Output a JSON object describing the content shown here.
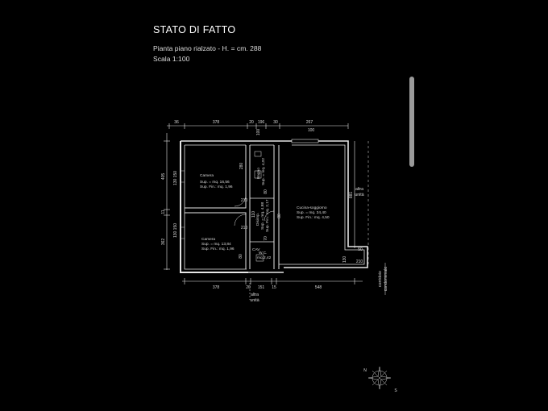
{
  "header": {
    "title": "STATO DI FATTO",
    "subtitle": "Pianta piano rialzato - H. = cm. 288",
    "scale": "Scala 1:100"
  },
  "dimensions": {
    "top": [
      "36",
      "378",
      "20",
      "196",
      "30",
      "267"
    ],
    "top_door": "100",
    "bottom": [
      "378",
      "20",
      "151",
      "15",
      "548"
    ],
    "left_upper": "405",
    "left_mid": "11",
    "left_lower": "362",
    "right": "881",
    "right_low": "130",
    "window_upper": "130\n150",
    "window_lower": "130\n150",
    "door_h": "210",
    "misc_a": "110",
    "misc_b": "80",
    "misc_c": "70",
    "misc_d": "80",
    "misc_e": "210",
    "misc_f": "210",
    "misc_g": "80",
    "misc_h": "100",
    "misc_i": "50",
    "misc_j": "280"
  },
  "rooms": {
    "camera1": {
      "name": "Camera",
      "sup": "Sup. = mq. 16,56",
      "fin": "Sup. Fin.: mq. 1,96"
    },
    "camera2": {
      "name": "Camera",
      "sup": "Sup. = mq. 13,84",
      "fin": "Sup. Fin.: mq. 1,96"
    },
    "bagno": {
      "name": "Bagno",
      "sup": "Sup. = mq. 4,02"
    },
    "disimp": {
      "name": "Disimp.",
      "sup": "Sup. = mq. 4,98",
      "fin": "Sup. Fin.: mq. 2,17"
    },
    "wc": {
      "name": "W.C.",
      "sup": "mq.2,42"
    },
    "cucina": {
      "name": "Cucina-soggiorno",
      "sup": "Sup. = mq. 34,40",
      "fin": "Sup. Fin.: mq. 4,50"
    },
    "cav": {
      "name": "CAV"
    }
  },
  "labels": {
    "altra_right_1": "altra",
    "altra_right_2": "unità",
    "altra_bottom_1": "altra",
    "altra_bottom_2": "unità",
    "corridor_1": "corridoio",
    "corridor_2": "condominiale"
  },
  "compass": {
    "n": "N",
    "s": "S"
  },
  "colors": {
    "background": "#000000",
    "lines": "#e0e0e0",
    "text": "#ffffff"
  }
}
